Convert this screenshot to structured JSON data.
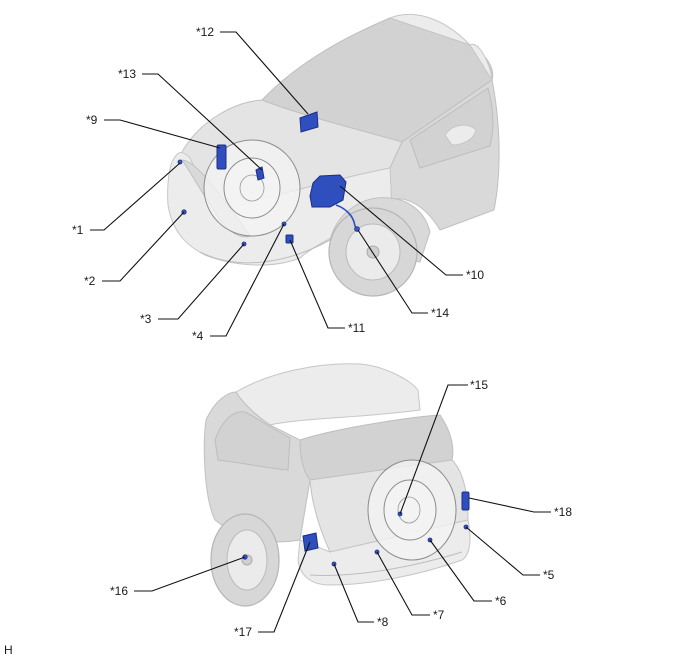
{
  "corner_code": "H",
  "callouts": {
    "c1": "*1",
    "c2": "*2",
    "c3": "*3",
    "c4": "*4",
    "c5": "*5",
    "c6": "*6",
    "c7": "*7",
    "c8": "*8",
    "c9": "*9",
    "c10": "*10",
    "c11": "*11",
    "c12": "*12",
    "c13": "*13",
    "c14": "*14",
    "c15": "*15",
    "c16": "*16",
    "c17": "*17",
    "c18": "*18"
  },
  "colors": {
    "part_highlight": "#2f4fbf",
    "vehicle_body": "#e4e4e4",
    "leader_line": "#111111"
  }
}
